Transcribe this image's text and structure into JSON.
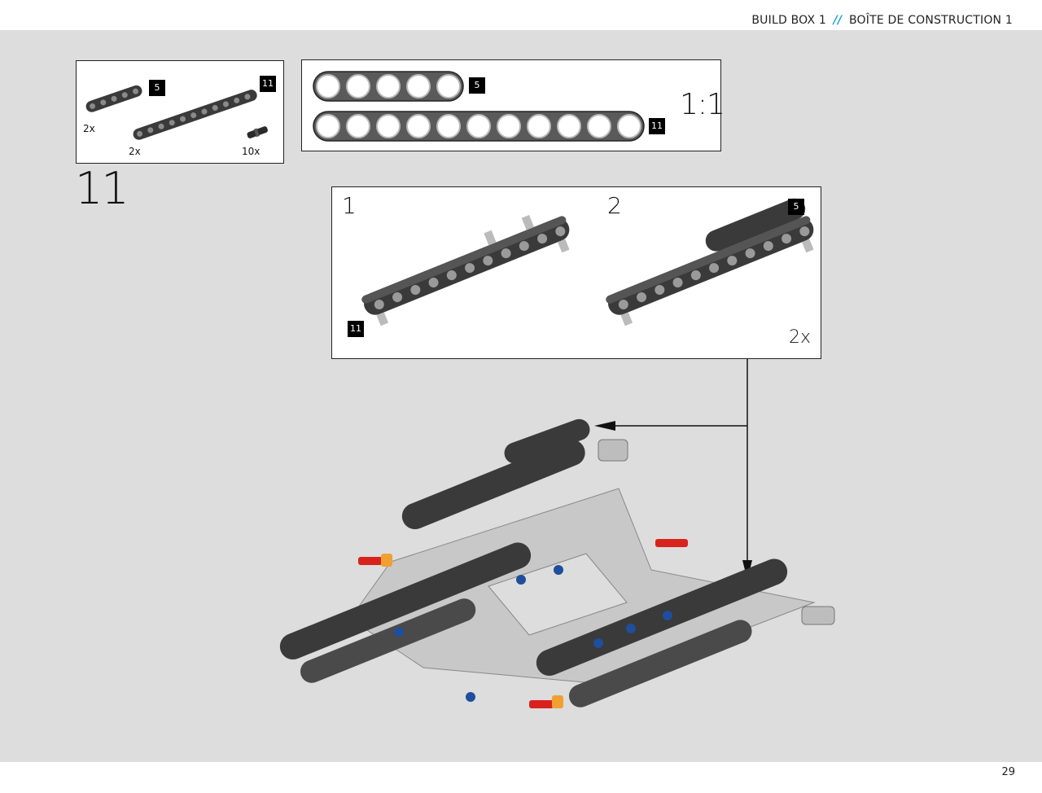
{
  "header": {
    "build_box_en": "BUILD BOX 1",
    "separator": "//",
    "build_box_fr": "BOÎTE DE CONSTRUCTION 1"
  },
  "parts_list": {
    "items": [
      {
        "name": "beam-5",
        "length_badge": "5",
        "qty": "2x"
      },
      {
        "name": "beam-11",
        "length_badge": "11",
        "qty": "2x"
      },
      {
        "name": "pin",
        "qty": "10x"
      }
    ]
  },
  "scale_reference": {
    "scale_label": "1:1",
    "beams": [
      {
        "length": 5,
        "badge": "5"
      },
      {
        "length": 11,
        "badge": "11"
      }
    ]
  },
  "step": {
    "number": "11",
    "substeps": [
      {
        "number": "1",
        "badge": "11"
      },
      {
        "number": "2",
        "badge": "5"
      }
    ],
    "multiplier": "2x"
  },
  "colors": {
    "beam_dark": "#3a3a3a",
    "beam_light": "#c9c9c9",
    "pin_red": "#d8221e",
    "pin_blue": "#1f4e9c",
    "bush_orange": "#f0a030",
    "header_accent": "#1aa0d8",
    "background": "#dcdddc"
  },
  "footer": {
    "page_number": "29"
  }
}
